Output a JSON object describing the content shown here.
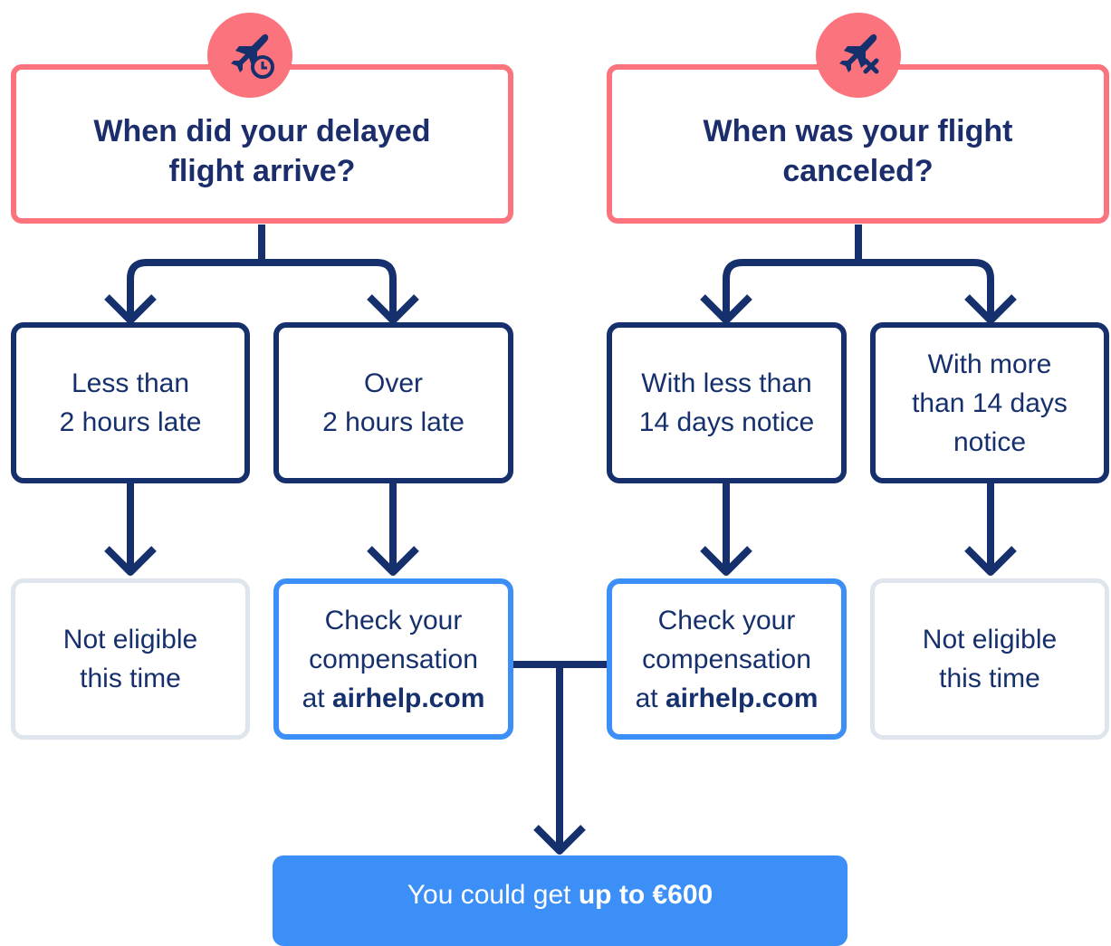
{
  "delayed": {
    "icon": "plane-clock-icon",
    "question_line1": "When did your delayed",
    "question_line2": "flight arrive?",
    "option_less": {
      "line1": "Less than",
      "line2": "2 hours late"
    },
    "option_over": {
      "line1": "Over",
      "line2": "2 hours late"
    },
    "result_less": {
      "line1": "Not eligible",
      "line2": "this time"
    },
    "result_over": {
      "line1": "Check your",
      "line2": "compensation",
      "prefix": "at ",
      "link": "airhelp.com"
    }
  },
  "canceled": {
    "icon": "plane-x-icon",
    "question_line1": "When was your flight",
    "question_line2": "canceled?",
    "option_less": {
      "line1": "With less than",
      "line2": "14 days notice"
    },
    "option_more": {
      "line1": "With more",
      "line2": "than 14 days",
      "line3": "notice"
    },
    "result_less": {
      "line1": "Check your",
      "line2": "compensation",
      "prefix": "at ",
      "link": "airhelp.com"
    },
    "result_more": {
      "line1": "Not eligible",
      "line2": "this time"
    }
  },
  "cta": {
    "prefix": "You could get ",
    "bold": "up to €600"
  },
  "colors": {
    "coral": "#fb737c",
    "navy": "#15306c",
    "blue": "#3b8ff6",
    "gray_border": "#dfe5ec"
  }
}
